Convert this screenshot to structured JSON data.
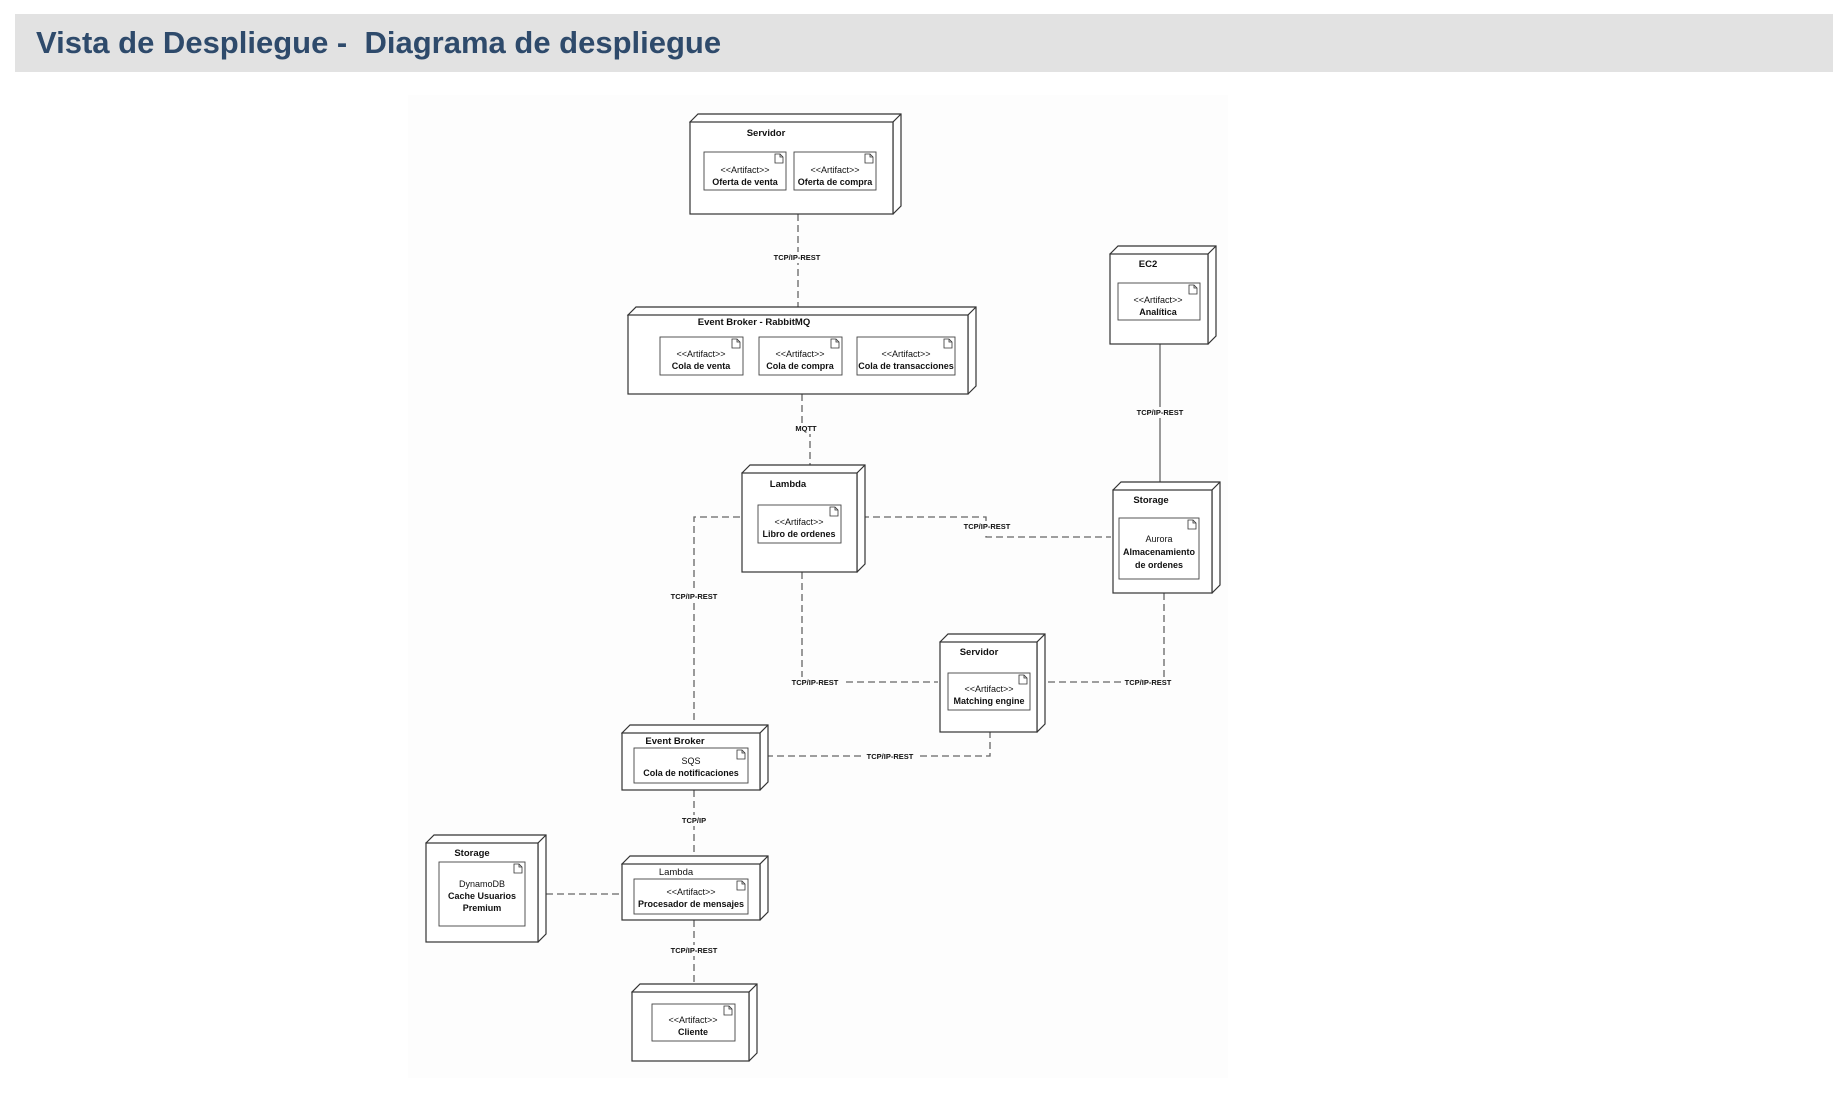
{
  "header": {
    "title": "Vista de Despliegue -  Diagrama de despliegue"
  },
  "nodes": {
    "servidor_top": {
      "title": "Servidor",
      "artifacts": [
        {
          "stereotype": "<<Artifact>>",
          "name": "Oferta de venta"
        },
        {
          "stereotype": "<<Artifact>>",
          "name": "Oferta de compra"
        }
      ]
    },
    "broker_rabbit": {
      "title": "Event Broker - RabbitMQ",
      "artifacts": [
        {
          "stereotype": "<<Artifact>>",
          "name": "Cola de venta"
        },
        {
          "stereotype": "<<Artifact>>",
          "name": "Cola de compra"
        },
        {
          "stereotype": "<<Artifact>>",
          "name": "Cola de transacciones"
        }
      ]
    },
    "ec2": {
      "title": "EC2",
      "artifacts": [
        {
          "stereotype": "<<Artifact>>",
          "name": "Analítica"
        }
      ]
    },
    "lambda_top": {
      "title": "Lambda",
      "artifacts": [
        {
          "stereotype": "<<Artifact>>",
          "name": "Libro de ordenes"
        }
      ]
    },
    "storage_aurora": {
      "title": "Storage",
      "artifact": {
        "stereotype": "Aurora",
        "name_lines": [
          "Almacenamiento",
          "de  ordenes"
        ]
      }
    },
    "servidor_matching": {
      "title": "Servidor",
      "artifacts": [
        {
          "stereotype": "<<Artifact>>",
          "name": "Matching engine"
        }
      ]
    },
    "broker_sqs": {
      "title": "Event Broker",
      "artifacts": [
        {
          "stereotype": "SQS",
          "name": "Cola de notificaciones"
        }
      ]
    },
    "storage_dynamo": {
      "title": "Storage",
      "artifact": {
        "stereotype": "DynamoDB",
        "name_lines": [
          "Cache Usuarios",
          "Premium"
        ]
      }
    },
    "lambda_bottom": {
      "title": "Lambda",
      "artifacts": [
        {
          "stereotype": "<<Artifact>>",
          "name": "Procesador de mensajes"
        }
      ]
    },
    "cliente": {
      "artifacts": [
        {
          "stereotype": "<<Artifact>>",
          "name": "Cliente"
        }
      ]
    }
  },
  "edges": {
    "servidor_broker": "TCP/IP-REST",
    "broker_lambda": "MQTT",
    "ec2_storage": "TCP/IP-REST",
    "lambda_storage": "TCP/IP-REST",
    "lambda_sqs": "TCP/IP-REST",
    "lambda_matching": "TCP/IP-REST",
    "storage_matching": "TCP/IP-REST",
    "sqs_matching": "TCP/IP-REST",
    "sqs_procesador": "TCP/IP",
    "procesador_cliente": "TCP/IP-REST"
  }
}
